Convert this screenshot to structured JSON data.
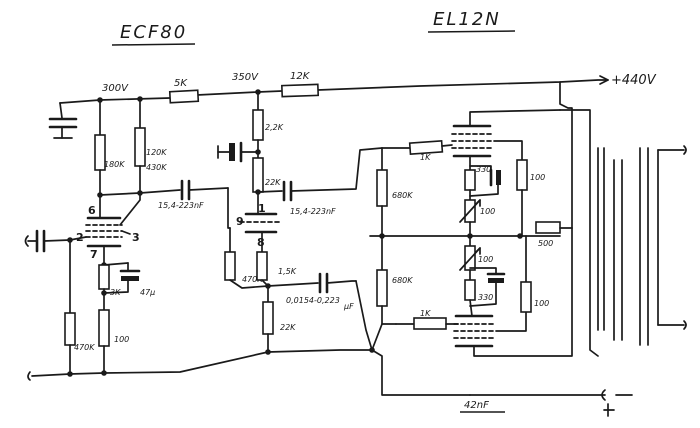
{
  "titles": {
    "left_tube": "ECF80",
    "right_tube": "EL12N"
  },
  "supply": {
    "node_300": "300V",
    "node_350": "350V",
    "node_440": "+440V"
  },
  "resistors": {
    "r_5k": "5K",
    "r_12k": "12K",
    "r_2_2k": "2,2K",
    "r_180k": "180K",
    "r_120k_430k_a": "120K",
    "r_120k_430k_b": "430K",
    "r_22k_top": "22K",
    "r_680k_top": "680K",
    "r_1k_top": "1K",
    "r_330_top": "330",
    "r_100_top_small": "100",
    "r_100_right_top": "100",
    "r_500": "500",
    "r_100_pot_bottom": "100",
    "r_330_bottom": "330",
    "r_100_right_bottom": "100",
    "r_680k_bottom": "680K",
    "r_1k_bottom": "1K",
    "r_3k": "3K",
    "r_470k_left": "470K",
    "r_100_left": "100",
    "r_470k_mid": "470K",
    "r_1_5k": "1,5K",
    "r_22k_bottom": "22K"
  },
  "capacitors": {
    "c_15_left": "15,4-223nF",
    "c_15_right": "15,4-223nF",
    "c_mid": "0,0154-0,223",
    "c_mid_unit": "μF",
    "c_47u": "47μ",
    "c_42": "42nF"
  },
  "pins": {
    "p6": "6",
    "p2": "2",
    "p3": "3",
    "p7": "7",
    "p9": "9",
    "p1": "1",
    "p8": "8"
  }
}
